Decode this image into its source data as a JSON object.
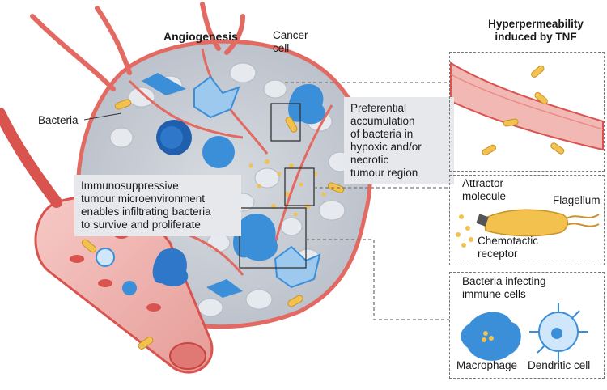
{
  "labels": {
    "angiogenesis": "Angiogenesis",
    "cancer_cell": "Cancer\ncell",
    "bacteria": "Bacteria",
    "hyperpermeability": "Hyperpermeability\ninduced by TNF",
    "preferential": "Preferential\naccumulation\nof bacteria in\nhypoxic and/or\nnecrotic\ntumour region",
    "immunosuppressive": "Immunosuppressive\ntumour microenvironment\nenables infiltrating bacteria\nto survive and proliferate",
    "attractor": "Attractor\nmolecule",
    "flagellum": "Flagellum",
    "chemotactic": "Chemotactic\nreceptor",
    "bacteria_infecting": "Bacteria infecting\nimmune cells",
    "macrophage": "Macrophage",
    "dendritic": "Dendritic cell"
  },
  "colors": {
    "vessel": "#e89a9a",
    "vessel_dark": "#d9534f",
    "tumour": "#c9ced6",
    "immune_blue": "#3b8fd9",
    "bacteria": "#f2c14e",
    "callout_bg": "#e6e8ec"
  },
  "icons": [
    "tumour-mass",
    "blood-vessel",
    "macrophage-icon",
    "dendritic-cell-icon",
    "bacterium-icon",
    "t-cell-icon"
  ]
}
